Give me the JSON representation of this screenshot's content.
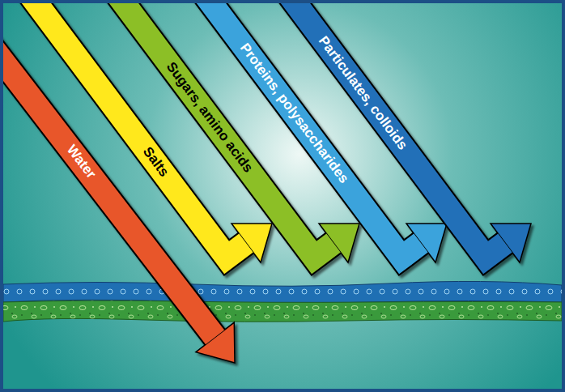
{
  "diagram": {
    "labels": [
      "Water",
      "Salts",
      "Sugars, amino acids",
      "Proteins, polysaccharides",
      "Particulates, colloids"
    ]
  }
}
